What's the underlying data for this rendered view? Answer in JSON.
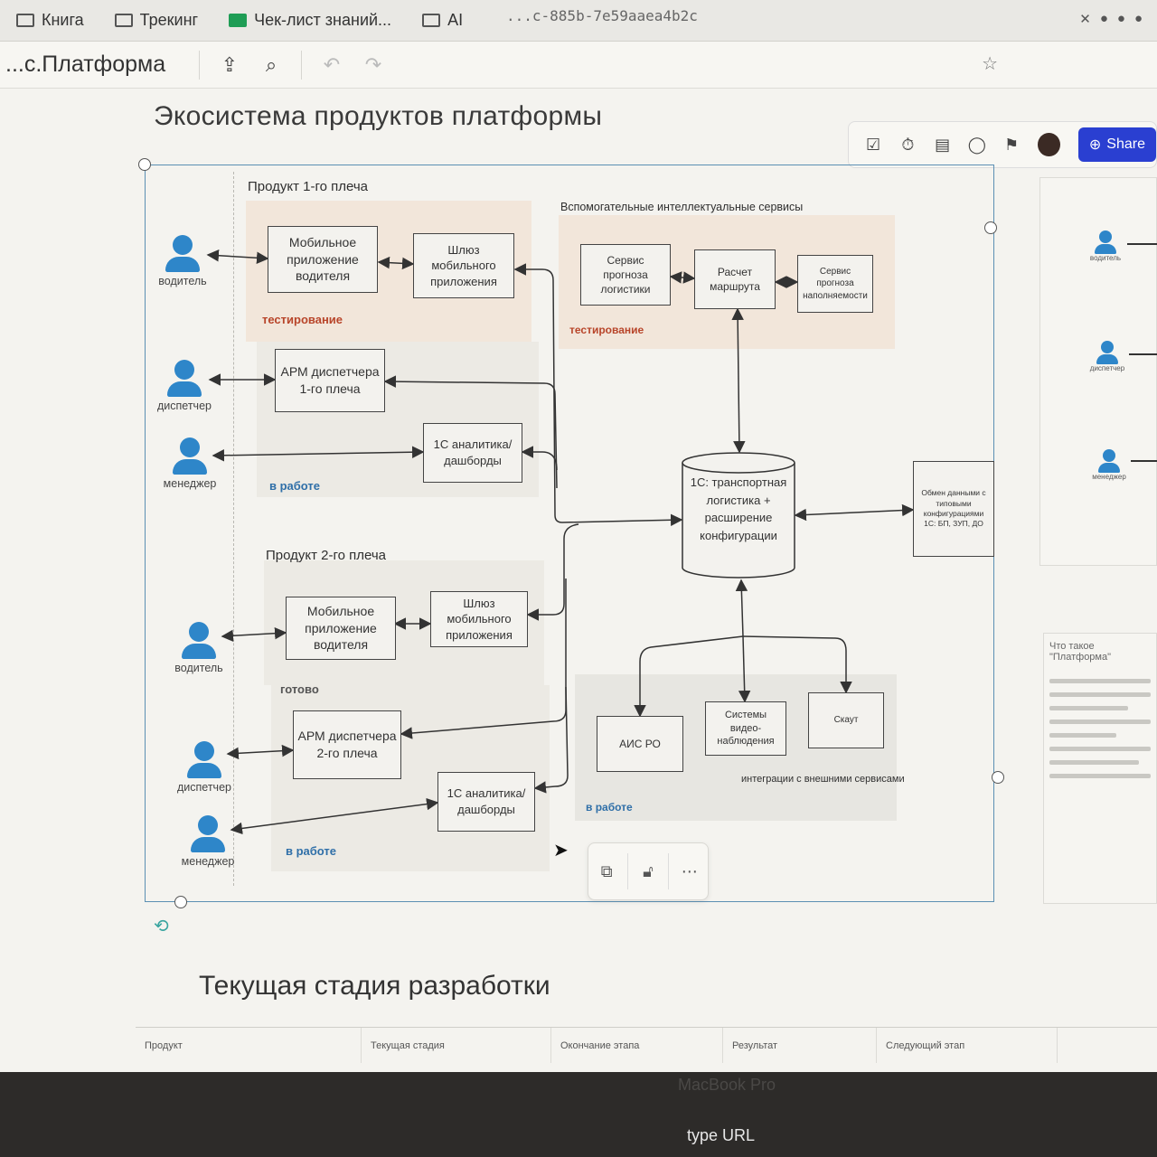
{
  "browser": {
    "bookmarks": [
      {
        "label": "Книга",
        "icon": "folder-icon"
      },
      {
        "label": "Трекинг",
        "icon": "folder-icon"
      },
      {
        "label": "Чек-лист знаний...",
        "icon": "sheets-icon"
      },
      {
        "label": "AI",
        "icon": "folder-icon"
      }
    ],
    "url_fragment": "...c-885b-7e59aaea4b2c"
  },
  "app": {
    "title": "...с.Платформа",
    "share_label": "Share"
  },
  "board": {
    "title": "Экосистема продуктов платформы",
    "sections": {
      "product1": "Продукт 1-го плеча",
      "product2": "Продукт 2-го плеча",
      "services": "Вспомогательные интеллектуальные сервисы",
      "integrations": "интеграции с внешними сервисами"
    },
    "statuses": {
      "p1_mobile": "тестирование",
      "p1_arm": "в работе",
      "services": "тестирование",
      "p2_mobile": "готово",
      "p2_arm": "в работе",
      "integrations": "в работе"
    },
    "actors": {
      "driver": "водитель",
      "dispatcher": "диспетчер",
      "manager": "менеджер"
    },
    "nodes": {
      "p1_mobile_app": "Мобильное приложение водителя",
      "p1_gateway": "Шлюз мобильного приложения",
      "p1_arm": "АРМ диспетчера 1-го плеча",
      "p1_analytics": "1С аналитика/ дашборды",
      "svc_forecast": "Сервис прогноза логистики",
      "svc_route": "Расчет маршрута",
      "svc_fill": "Сервис прогноза наполняемости",
      "core_db": "1С: транспортная логистика + расширение конфигурации",
      "exchange": "Обмен данными с типовыми конфигурациями 1С: БП, ЗУП, ДО",
      "p2_mobile_app": "Мобильное приложение водителя",
      "p2_gateway": "Шлюз мобильного приложения",
      "p2_arm": "АРМ диспетчера 2-го плеча",
      "p2_analytics": "1С аналитика/ дашборды",
      "ais_ro": "АИС РО",
      "video": "Системы видео-наблюдения",
      "scout": "Скаут"
    },
    "right_panel": {
      "actors": [
        "водитель",
        "диспетчер",
        "менеджер"
      ],
      "note_title": "Что такое \"Платформа\""
    }
  },
  "stage": {
    "title": "Текущая стадия разработки",
    "columns": [
      "Продукт",
      "Текущая стадия",
      "Окончание этапа",
      "Результат",
      "Следующий этап"
    ]
  },
  "device": {
    "brand": "MacBook Pro",
    "touchbar_hint": "type URL"
  }
}
